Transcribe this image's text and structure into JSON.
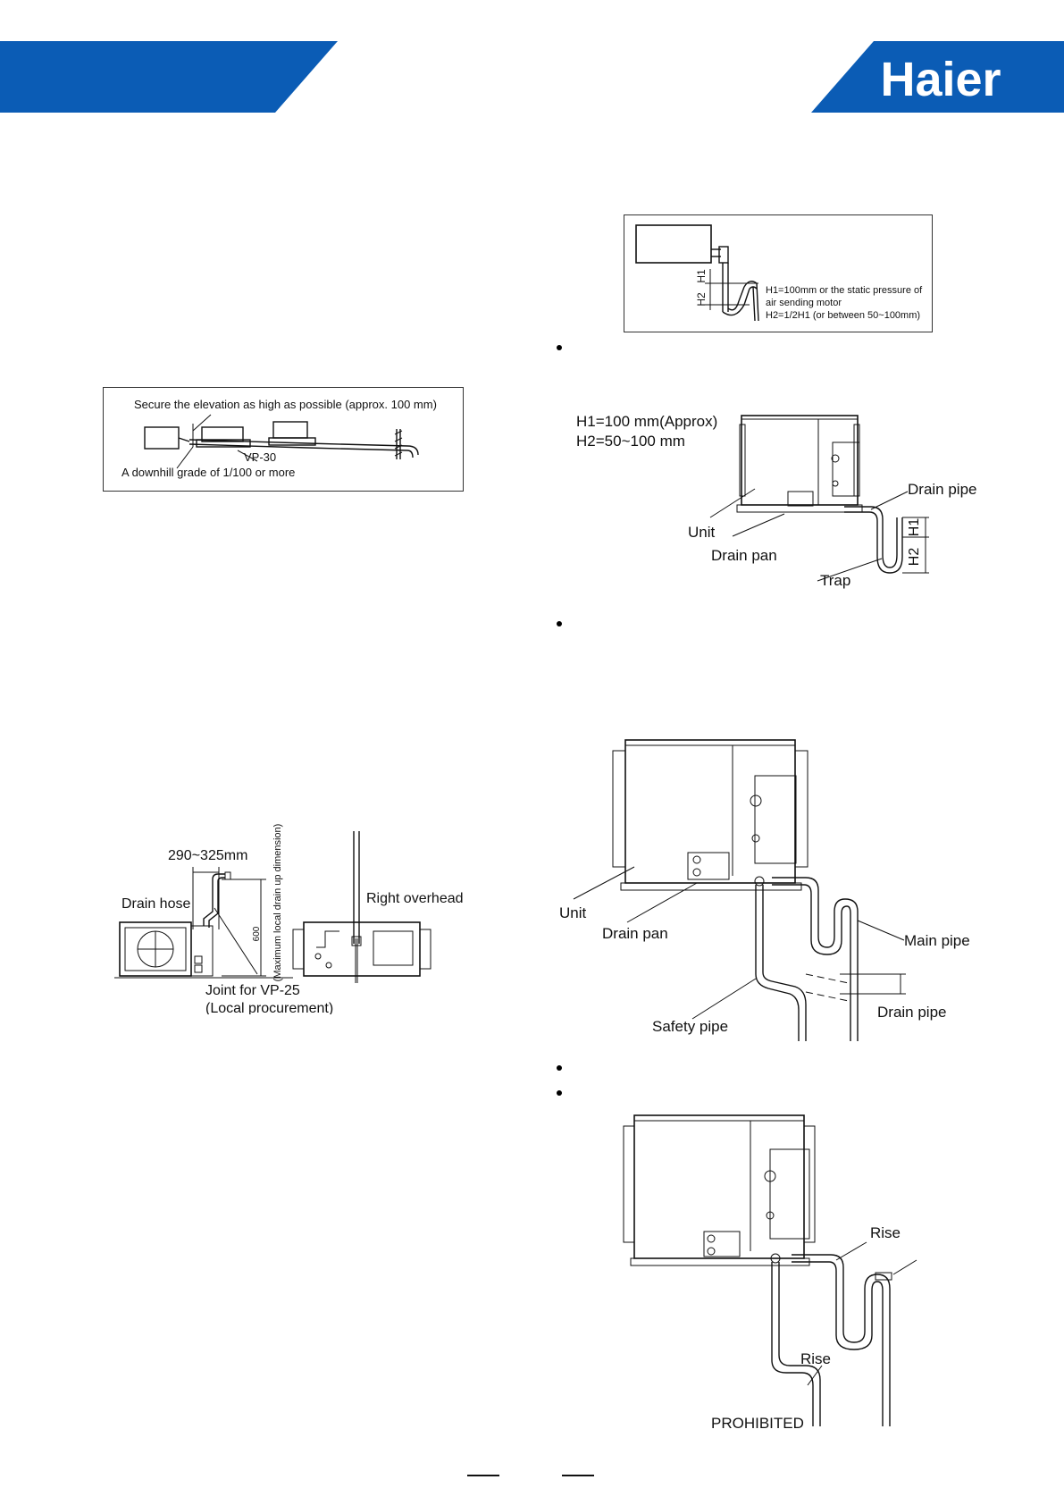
{
  "header": {
    "brand": "Haier",
    "colors": {
      "brand_blue": "#0b5cb5"
    }
  },
  "fig_slope": {
    "caption_top": "Secure the elevation as high as possible (approx. 100 mm)",
    "label_vp": "VP-30",
    "caption_bottom": "A downhill grade of 1/100 or more"
  },
  "fig_trap_small": {
    "label_h1": "H1",
    "label_h2": "H2",
    "note_line1": "H1=100mm or the static pressure of",
    "note_line2": "air sending motor",
    "note_line3": "H2=1/2H1 (or between 50~100mm)"
  },
  "fig_trap": {
    "spec_h1": "H1=100 mm(Approx)",
    "spec_h2": "H2=50~100 mm",
    "unit": "Unit",
    "drain_pan": "Drain pan",
    "drain_pipe": "Drain pipe",
    "trap": "Trap",
    "label_h1": "H1",
    "label_h2": "H2"
  },
  "fig_drainup": {
    "dimension": "290~325mm",
    "drain_hose": "Drain hose",
    "max_dim": "(Maximum local drain up dimension)",
    "value_600": "600",
    "joint_line1": "Joint for VP-25",
    "joint_line2": "(Local procurement)",
    "right_overhead": "Right overhead"
  },
  "fig_safety": {
    "unit": "Unit",
    "drain_pan": "Drain pan",
    "main_pipe": "Main pipe",
    "drain_pipe": "Drain pipe",
    "safety_pipe": "Safety pipe"
  },
  "fig_prohibited": {
    "rise_top": "Rise",
    "rise_mid": "Rise",
    "prohibited": "PROHIBITED"
  }
}
